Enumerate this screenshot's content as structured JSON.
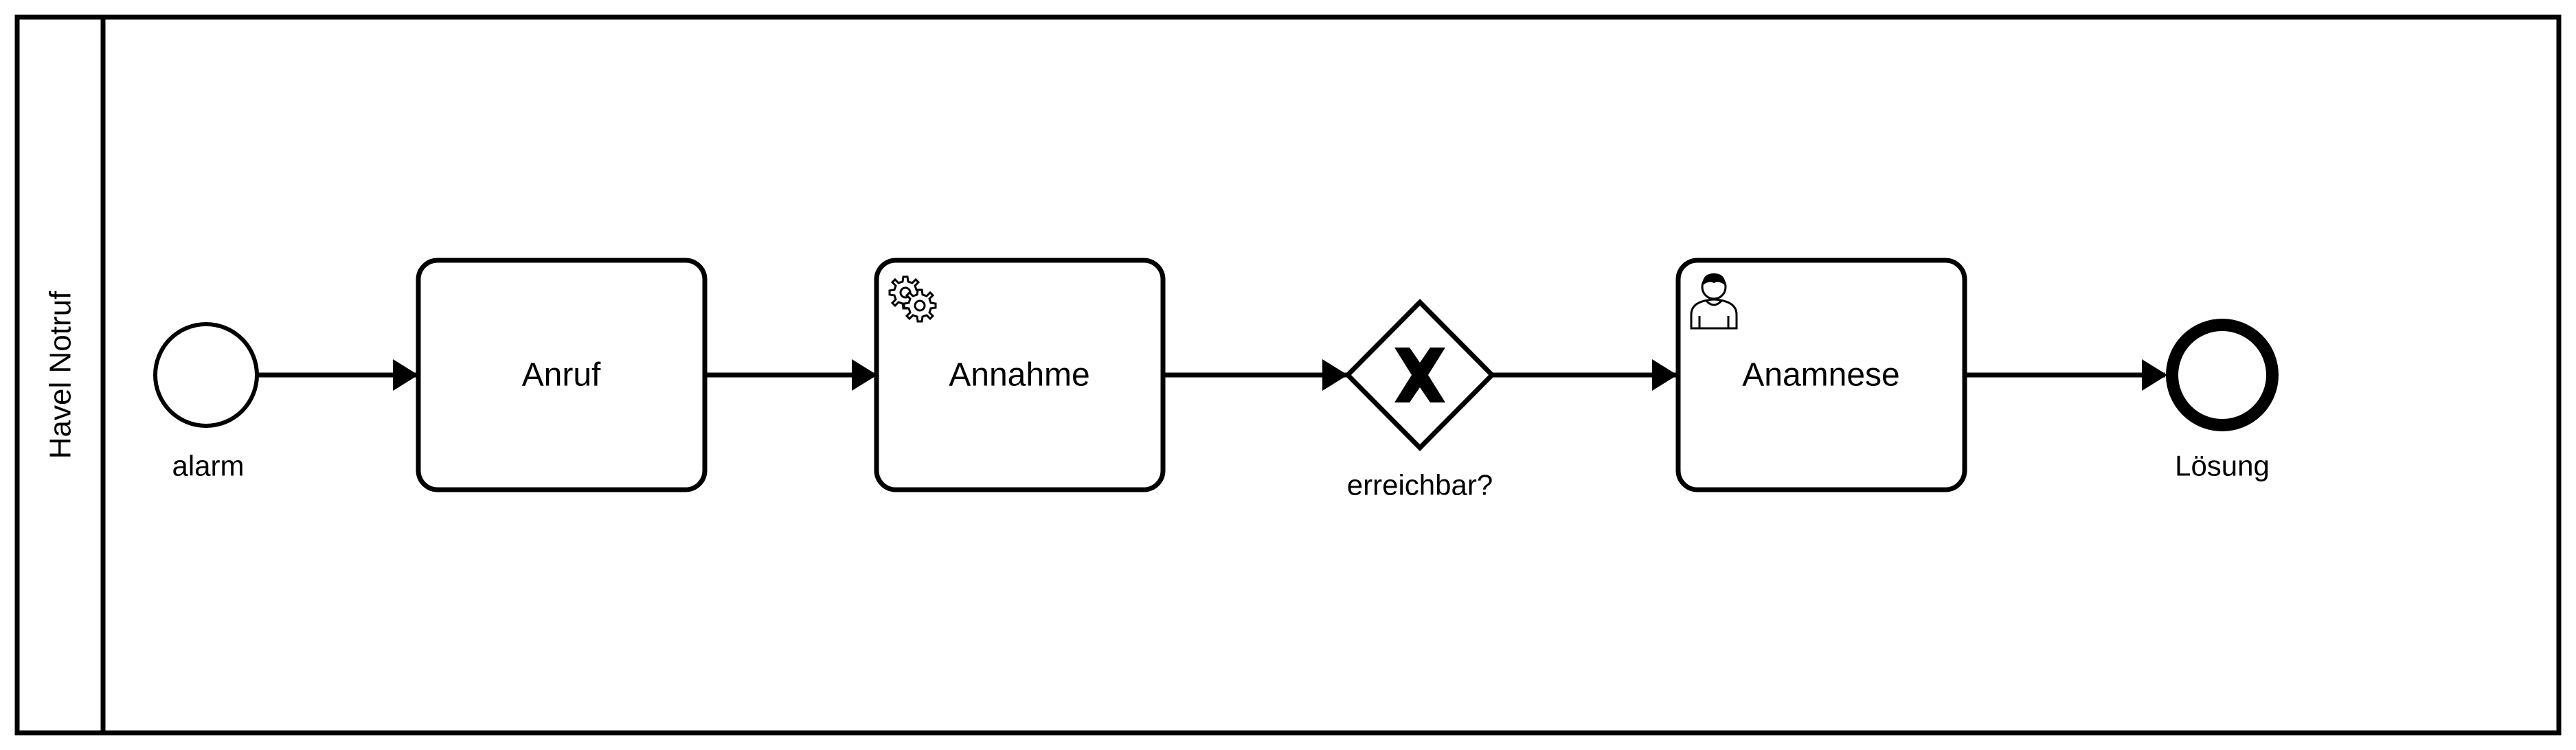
{
  "pool": {
    "name": "Havel Notruf"
  },
  "start_event": {
    "label": "alarm"
  },
  "tasks": [
    {
      "label": "Anruf",
      "type": "task"
    },
    {
      "label": "Annahme",
      "type": "service-task",
      "icon": "gear-icon"
    },
    {
      "label": "Anamnese",
      "type": "user-task",
      "icon": "user-icon"
    }
  ],
  "gateway": {
    "label": "erreichbar?",
    "type": "exclusive",
    "marker": "X"
  },
  "end_event": {
    "label": "Lösung"
  },
  "colors": {
    "stroke": "#000000",
    "fill": "#ffffff"
  }
}
